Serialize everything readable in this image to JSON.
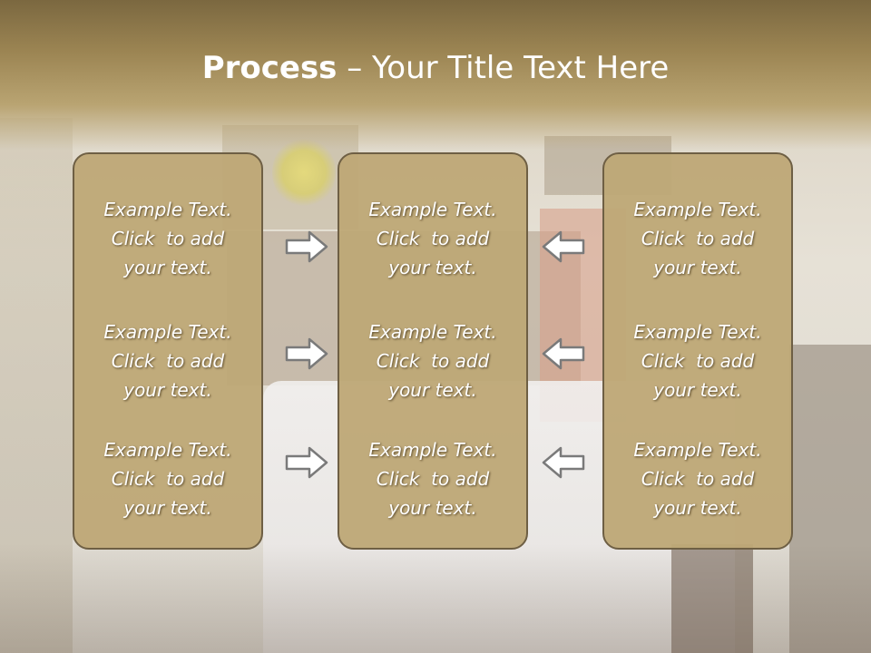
{
  "title": {
    "bold": "Process",
    "rest": " – Your Title Text Here"
  },
  "columns": [
    {
      "items": [
        {
          "line1": "Example Text.",
          "line2": "Click  to add",
          "line3": "your text."
        },
        {
          "line1": "Example Text.",
          "line2": "Click  to add",
          "line3": "your text."
        },
        {
          "line1": "Example Text.",
          "line2": "Click  to add",
          "line3": "your text."
        }
      ]
    },
    {
      "items": [
        {
          "line1": "Example Text.",
          "line2": "Click  to add",
          "line3": "your text."
        },
        {
          "line1": "Example Text.",
          "line2": "Click  to add",
          "line3": "your text."
        },
        {
          "line1": "Example Text.",
          "line2": "Click  to add",
          "line3": "your text."
        }
      ]
    },
    {
      "items": [
        {
          "line1": "Example Text.",
          "line2": "Click  to add",
          "line3": "your text."
        },
        {
          "line1": "Example Text.",
          "line2": "Click  to add",
          "line3": "your text."
        },
        {
          "line1": "Example Text.",
          "line2": "Click  to add",
          "line3": "your text."
        }
      ]
    }
  ],
  "arrows": {
    "left_group": "arrow-right-icon",
    "right_group": "arrow-left-icon"
  },
  "colors": {
    "header": "#9c8553",
    "box": "#bea876",
    "box_border": "#6e5f44",
    "text": "#ffffff"
  }
}
